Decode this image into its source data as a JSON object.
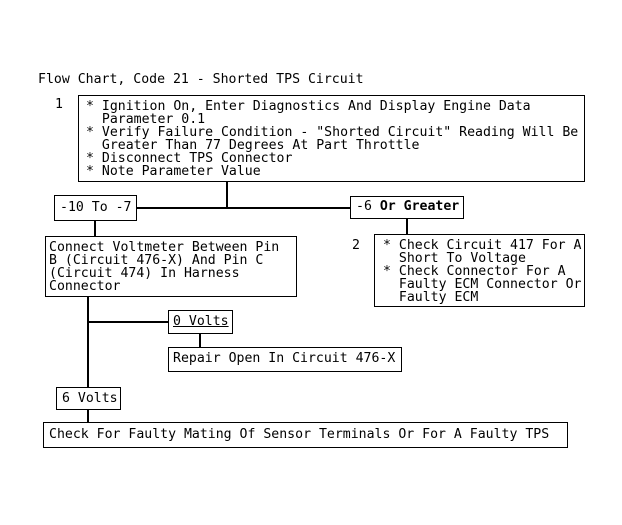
{
  "title": "Flow Chart, Code 21 - Shorted TPS Circuit",
  "colors": {
    "ink": "#000000",
    "background": "#ffffff"
  },
  "steps": {
    "step1": {
      "number": "1",
      "lines": [
        "* Ignition On, Enter Diagnostics And Display Engine Data",
        "  Parameter 0.1",
        "* Verify Failure Condition - \"Shorted Circuit\" Reading Will Be",
        "  Greater Than 77 Degrees At Part Throttle",
        "* Disconnect TPS Connector",
        "* Note Parameter Value"
      ]
    },
    "step2": {
      "number": "2",
      "lines": [
        "* Check Circuit 417 For A",
        "  Short To Voltage",
        "* Check Connector For A",
        "  Faulty ECM Connector Or",
        "  Faulty ECM"
      ]
    }
  },
  "branches": {
    "range_low": "-10 To -7",
    "range_high_prefix": "-6 ",
    "range_high_bold": "Or Greater",
    "zero_volts": "0 Volts",
    "six_volts": "6 Volts"
  },
  "actions": {
    "connect_voltmeter_lines": [
      "Connect Voltmeter Between Pin",
      "B (Circuit 476-X) And Pin C",
      "(Circuit 474) In Harness",
      "Connector"
    ],
    "repair_open": "Repair Open In Circuit 476-X",
    "check_tps": "Check For Faulty Mating Of Sensor Terminals Or For A Faulty TPS"
  }
}
